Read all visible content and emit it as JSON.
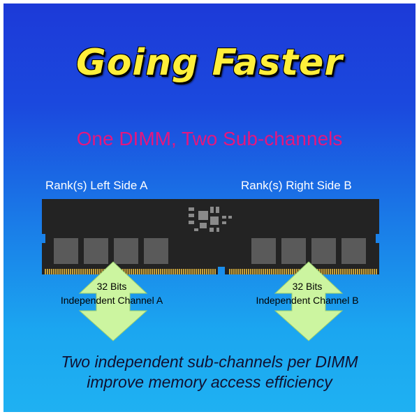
{
  "title": "Going Faster",
  "subtitle": "One DIMM, Two Sub-channels",
  "rank_left": "Rank(s) Left Side A",
  "rank_right": "Rank(s) Right Side B",
  "channel_a": {
    "bits": "32 Bits",
    "name": "Independent Channel A"
  },
  "channel_b": {
    "bits": "32 Bits",
    "name": "Independent Channel B"
  },
  "caption_line1": "Two independent sub-channels per DIMM",
  "caption_line2": "improve memory access efficiency",
  "colors": {
    "title": "#ffef3a",
    "subtitle": "#e4177f",
    "module": "#232323",
    "chip": "#5a5a5a",
    "contacts": "#c8a23a",
    "arrow": "#ccf5a0"
  },
  "icons": [
    "double-arrow-icon",
    "memory-module-icon"
  ]
}
